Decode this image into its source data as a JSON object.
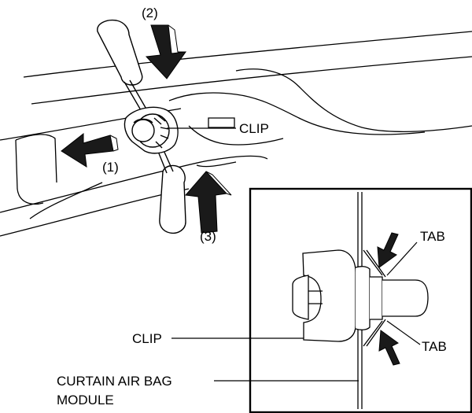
{
  "labels": {
    "step1": "(1)",
    "step2": "(2)",
    "step3": "(3)",
    "clip_main": "CLIP",
    "clip_detail": "CLIP",
    "tab_upper": "TAB",
    "tab_lower": "TAB",
    "module_line1": "CURTAIN AIR BAG",
    "module_line2": "MODULE"
  },
  "colors": {
    "ink": "#000000",
    "arrow_fill": "#1a1a1a",
    "background": "#ffffff"
  }
}
